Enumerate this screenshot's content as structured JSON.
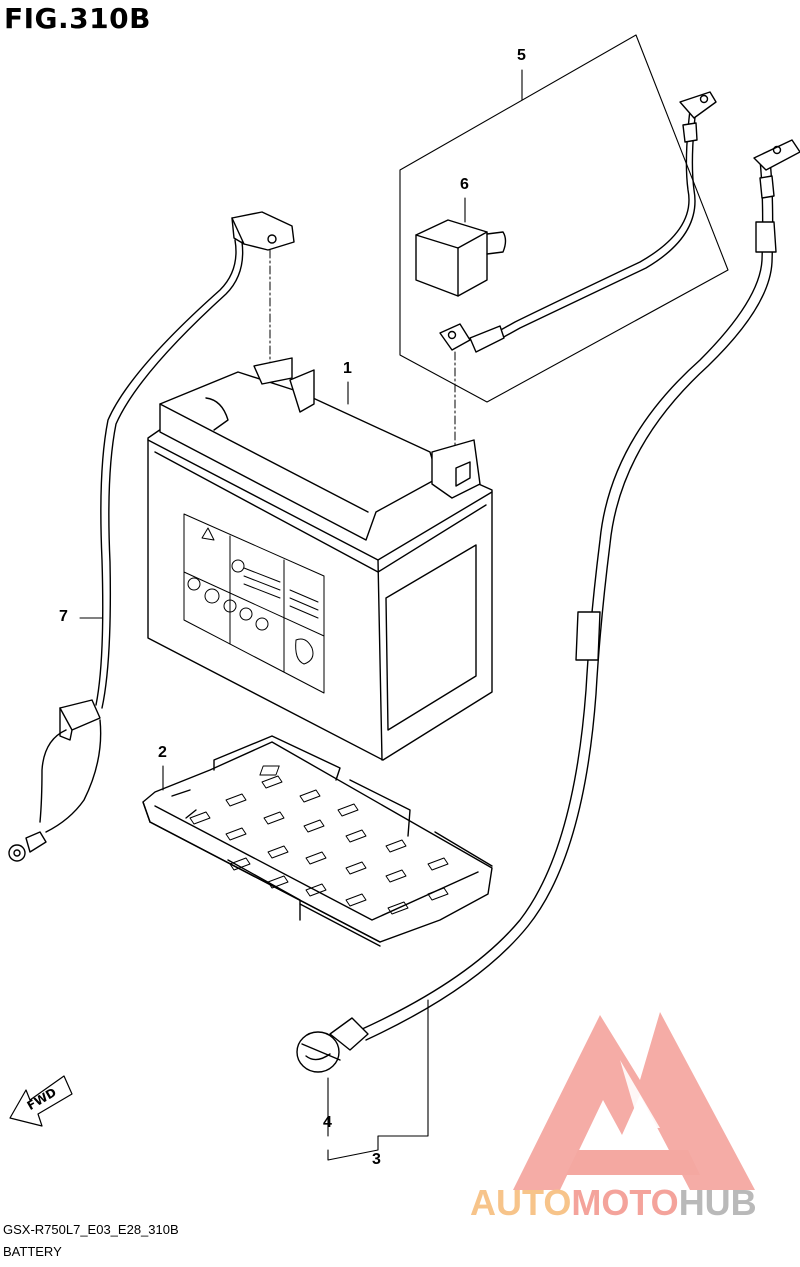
{
  "figure": {
    "title": "FIG.310B",
    "model_code": "GSX-R750L7_E03_E28_310B",
    "section_name": "BATTERY"
  },
  "callouts": [
    {
      "id": "1",
      "label": "1"
    },
    {
      "id": "2",
      "label": "2"
    },
    {
      "id": "3",
      "label": "3"
    },
    {
      "id": "4",
      "label": "4"
    },
    {
      "id": "5",
      "label": "5"
    },
    {
      "id": "6",
      "label": "6"
    },
    {
      "id": "7",
      "label": "7"
    }
  ],
  "direction_marker": {
    "label": "FWD",
    "icon": "fwd-arrow-icon"
  },
  "watermark": {
    "part1": "AUTO",
    "part2": "MOTO",
    "part3": "HUB",
    "colors": {
      "auto": "#f7c48a",
      "moto": "#f4a39b",
      "hub": "#b9b9b9",
      "logo": "#f29a93"
    }
  }
}
